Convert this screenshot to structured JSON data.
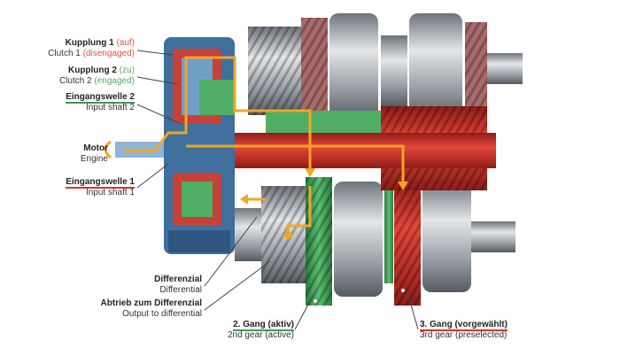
{
  "labels": {
    "clutch1_de": "Kupplung 1",
    "clutch1_de_state": "(auf)",
    "clutch1_en": "Clutch 1",
    "clutch1_en_state": "(disengaged)",
    "clutch2_de": "Kupplung 2",
    "clutch2_de_state": "(zu)",
    "clutch2_en": "Clutch 2",
    "clutch2_en_state": "(engaged)",
    "input2_de": "Eingangswelle 2",
    "input2_en": "Input shaft 2",
    "engine_de": "Motor",
    "engine_en": "Engine",
    "input1_de": "Eingangswelle 1",
    "input1_en": "Input shaft 1",
    "diff_de": "Differenzial",
    "diff_en": "Differential",
    "output_de": "Abtrieb zum Differenzial",
    "output_en": "Output to differential",
    "gear2_de": "2. Gang (aktiv)",
    "gear2_en": "2nd gear (active)",
    "gear3_de": "3. Gang (vorgewählt)",
    "gear3_en": "3rd gear (preselected)"
  },
  "colors": {
    "housing": "#3f6f9c",
    "active": "#3f9a55",
    "preselected": "#d9332a",
    "flow": "#f2a623",
    "steel": "#9aa0a6"
  }
}
